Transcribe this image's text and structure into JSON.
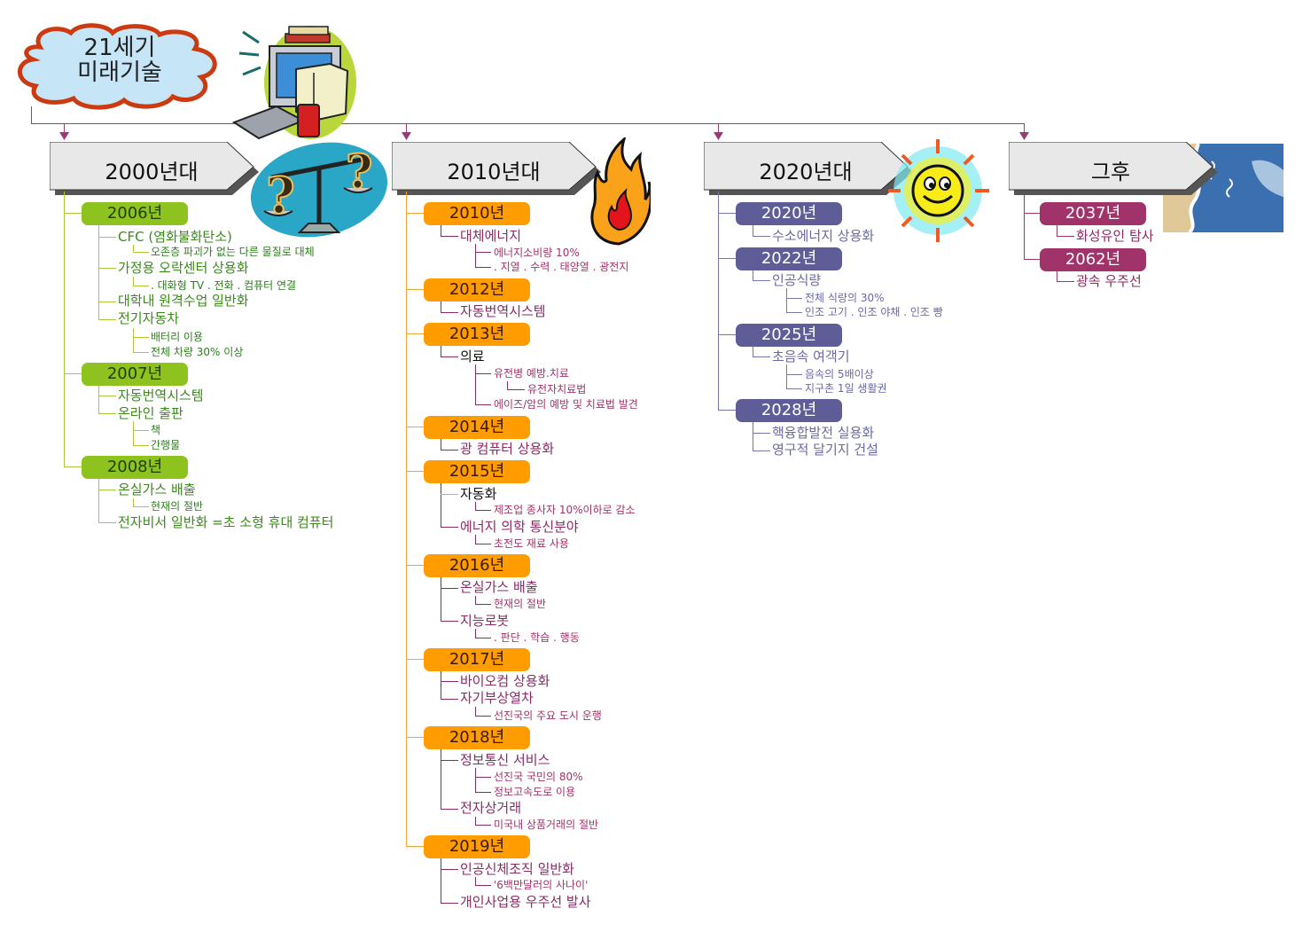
{
  "title": {
    "line1": "21세기",
    "line2": "미래기술"
  },
  "colors": {
    "connector": "#9b3b75",
    "green": "#8dc21f",
    "orange": "#ff9c00",
    "purple": "#5e5d98",
    "magenta": "#a0336a"
  },
  "decades": [
    {
      "label": "2000년대",
      "icon": "scale-question-icon",
      "years": [
        {
          "year": "2006년",
          "items": [
            {
              "text": "CFC (염화불화탄소)",
              "subs": [
                "오존층 파괴가 없는 다른 물질로 대체"
              ]
            },
            {
              "text": "가정용 오락센터 상용화",
              "subs": [
                ". 대화형 TV . 전화 . 컴퓨터  연결"
              ]
            },
            {
              "text": "대학내 원격수업 일반화",
              "subs": []
            },
            {
              "text": "전기자동차",
              "subs": [
                "배터리 이용",
                "전체 차량 30% 이상"
              ]
            }
          ]
        },
        {
          "year": "2007년",
          "items": [
            {
              "text": "자동번역시스템",
              "subs": []
            },
            {
              "text": "온라인 출판",
              "subs": [
                "책",
                "간행물"
              ]
            }
          ]
        },
        {
          "year": "2008년",
          "items": [
            {
              "text": "온실가스 배출",
              "subs": [
                "현재의 절반"
              ]
            },
            {
              "text": "전자비서 일반화 =초 소형 휴대 컴퓨터",
              "subs": []
            }
          ]
        }
      ]
    },
    {
      "label": "2010년대",
      "icon": "fire-icon",
      "years": [
        {
          "year": "2010년",
          "items": [
            {
              "text": "대체에너지",
              "subs": [
                "에너지소비량 10%",
                ". 지열 . 수력 . 태양열 . 광전지"
              ]
            }
          ]
        },
        {
          "year": "2012년",
          "items": [
            {
              "text": "자동번역시스템",
              "subs": []
            }
          ]
        },
        {
          "year": "2013년",
          "items": [
            {
              "text": "의료",
              "subs": [
                "유전병 예방.치료",
                "유전자치료법",
                "에이즈/암의 예방 및 치료법 발견"
              ]
            }
          ]
        },
        {
          "year": "2014년",
          "items": [
            {
              "text": "광 컴퓨터 상용화",
              "subs": []
            }
          ]
        },
        {
          "year": "2015년",
          "items": [
            {
              "text": "자동화",
              "subs": [
                "제조업 종사자 10%이하로 감소"
              ]
            },
            {
              "text": "에너지 의학 통신분야",
              "subs": [
                "초전도 재료 사용"
              ]
            }
          ]
        },
        {
          "year": "2016년",
          "items": [
            {
              "text": "온실가스 배출",
              "subs": [
                "현재의 절반"
              ]
            },
            {
              "text": "지능로봇",
              "subs": [
                ". 판단 . 학습 . 행동"
              ]
            }
          ]
        },
        {
          "year": "2017년",
          "items": [
            {
              "text": "바이오컴 상용화",
              "subs": []
            },
            {
              "text": "자기부상열차",
              "subs": [
                "선진국의 주요 도시 운행"
              ]
            }
          ]
        },
        {
          "year": "2018년",
          "items": [
            {
              "text": "정보통신 서비스",
              "subs": [
                "선진국 국민의 80%",
                "정보고속도로 이용"
              ]
            },
            {
              "text": "전자상거래",
              "subs": [
                "미국내 상품거래의 절반"
              ]
            }
          ]
        },
        {
          "year": "2019년",
          "items": [
            {
              "text": "인공신체조직 일반화",
              "subs": [
                "'6백만달러의 사나이'"
              ]
            },
            {
              "text": "개인사업용 우주선 발사",
              "subs": []
            }
          ]
        }
      ]
    },
    {
      "label": "2020년대",
      "icon": "smiling-sun-icon",
      "years": [
        {
          "year": "2020년",
          "items": [
            {
              "text": "수소에너지 상용화",
              "subs": []
            }
          ]
        },
        {
          "year": "2022년",
          "items": [
            {
              "text": "인공식량",
              "subs": [
                "전체 식량의 30%",
                "인조 고기 . 인조 야채 . 인조 빵"
              ]
            }
          ]
        },
        {
          "year": "2025년",
          "items": [
            {
              "text": "초음속 여객기",
              "subs": [
                "음속의 5배이상",
                "지구촌 1일 생활권"
              ]
            }
          ]
        },
        {
          "year": "2028년",
          "items": [
            {
              "text": "핵융합발전 실용화",
              "subs": []
            },
            {
              "text": "영구적 달기지 건설",
              "subs": []
            }
          ]
        }
      ]
    },
    {
      "label": "그후",
      "icon": "beach-waves-icon",
      "years": [
        {
          "year": "2037년",
          "items": [
            {
              "text": "화성유인 탐사",
              "subs": []
            }
          ]
        },
        {
          "year": "2062년",
          "items": [
            {
              "text": "광속 우주선",
              "subs": []
            }
          ]
        }
      ]
    }
  ]
}
